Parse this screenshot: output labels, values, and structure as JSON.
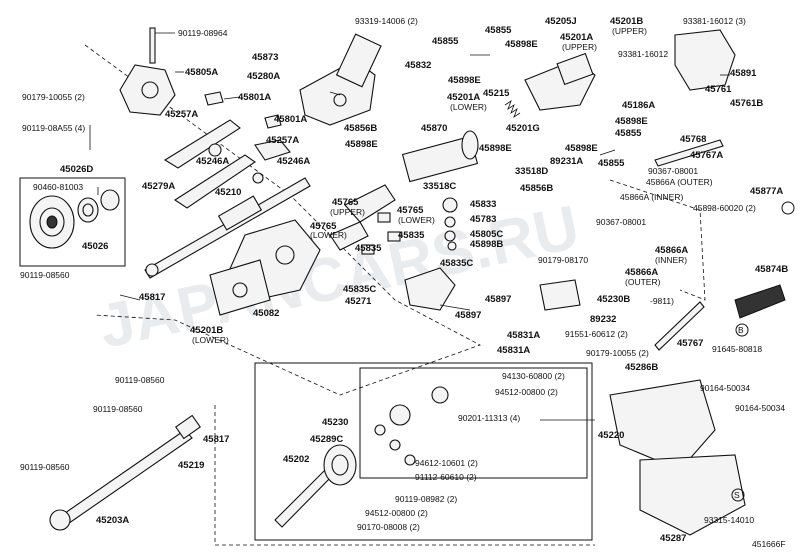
{
  "diagram_id": "451666F",
  "watermark": "JAPANCARS.RU",
  "labels": {
    "p90119_08964": "90119-08964",
    "p45805A": "45805A",
    "p45873": "45873",
    "p45280A": "45280A",
    "p93319": "93319-14006 (2)",
    "p45832": "45832",
    "p45855a": "45855",
    "p45855b": "45855",
    "p45898E_a": "45898E",
    "p45205J": "45205J",
    "p45201A_up": "45201A",
    "upper1": "(UPPER)",
    "p45201B_up": "45201B",
    "upper2": "(UPPER)",
    "p93381_3": "93381-16012 (3)",
    "p93381": "93381-16012",
    "p45891": "45891",
    "p90179_10055": "90179-10055 (2)",
    "p45801A_a": "45801A",
    "p45801A_b": "45801A",
    "p45898E_b": "45898E",
    "p45201A_low": "45201A",
    "lower1": "(LOWER)",
    "p45215": "45215",
    "p45186A": "45186A",
    "p45761": "45761",
    "p45761B": "45761B",
    "p90119_08A55": "90119-08A55 (4)",
    "p45257A_a": "45257A",
    "p45257A_b": "45257A",
    "p45201G": "45201G",
    "p45898E_c": "45898E",
    "p45768": "45768",
    "p45026D": "45026D",
    "p45856B_a": "45856B",
    "p45870": "45870",
    "p45855c": "45855",
    "p45898E_d": "45898E",
    "p45898E_e": "45898E",
    "p45898E_f": "45898E",
    "p89231A": "89231A",
    "p45767A": "45767A",
    "p45246A_a": "45246A",
    "p45246A_b": "45246A",
    "p45855d": "45855",
    "p90367_08001a": "90367-08001",
    "p45866A_out": "45866A (OUTER)",
    "p45279A": "45279A",
    "p33518C": "33518C",
    "p33518D": "33518D",
    "p45856B_b": "45856B",
    "p45866A_inner": "45866A (INNER)",
    "p45877A": "45877A",
    "p90460": "90460-81003",
    "p45210": "45210",
    "p45765_up": "45765",
    "upper3": "(UPPER)",
    "p45833": "45833",
    "p45898_60020": "45898-60020 (2)",
    "p45765_low": "45765",
    "lower2": "(LOWER)",
    "p45765_b": "45765",
    "lower3": "(LOWER)",
    "p45783": "45783",
    "p90367_08001b": "90367-08001",
    "p45835a": "45835",
    "p45805C": "45805C",
    "p45026": "45026",
    "p45835b": "45835",
    "p45898B": "45898B",
    "p45866A_inner2": "45866A",
    "inner2": "(INNER)",
    "p45835C_a": "45835C",
    "p90179_08170": "90179-08170",
    "p45874B": "45874B",
    "p90119_08560a": "90119-08560",
    "p45866A_out2": "45866A",
    "outer2": "(OUTER)",
    "p45835C_b": "45835C",
    "p45817a": "45817",
    "p45271": "45271",
    "p45897a": "45897",
    "p45230B": "45230B",
    "p9811": "-9811)",
    "p45082": "45082",
    "p45897b": "45897",
    "p89232": "89232",
    "p45201B_low": "45201B",
    "lower4": "(LOWER)",
    "p45831A_a": "45831A",
    "p91551": "91551-60612 (2)",
    "p45767": "45767",
    "p91645": "91645-80818",
    "p45831A_b": "45831A",
    "p90179_10055b": "90179-10055 (2)",
    "p45286B": "45286B",
    "p90119_08560b": "90119-08560",
    "p94130": "94130-60800 (2)",
    "p94512a": "94512-00800 (2)",
    "p90164a": "90164-50034",
    "p90164b": "90164-50034",
    "p90119_08560c": "90119-08560",
    "p45817b": "45817",
    "p45230": "45230",
    "p90201": "90201-11313 (4)",
    "p45220": "45220",
    "p45289C": "45289C",
    "p45219": "45219",
    "p45202": "45202",
    "p94612": "94612-10601 (2)",
    "p91112": "91112-60610 (2)",
    "p90119_08560d": "90119-08560",
    "p45203A": "45203A",
    "p90119_08982": "90119-08982 (2)",
    "p94512b": "94512-00800 (2)",
    "p90170": "90170-08008 (2)",
    "p93315": "93315-14010",
    "p45287": "45287",
    "circB": "B",
    "circS": "S"
  }
}
